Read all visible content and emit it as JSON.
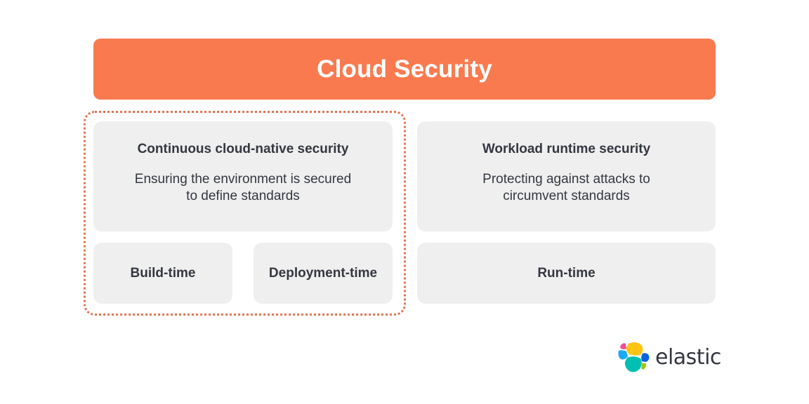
{
  "banner": {
    "title": "Cloud Security",
    "color": "#F97A4F"
  },
  "groups": {
    "continuous": {
      "title": "Continuous cloud-native security",
      "description": "Ensuring the environment is secured\nto define standards",
      "phases": [
        {
          "label": "Build-time"
        },
        {
          "label": "Deployment-time"
        }
      ]
    },
    "workload": {
      "title": "Workload runtime security",
      "description": "Protecting against attacks to\ncircumvent standards",
      "phases": [
        {
          "label": "Run-time"
        }
      ]
    }
  },
  "highlight": {
    "border_color": "#E0764F",
    "style": "dotted"
  },
  "logo": {
    "icon": "elastic-logo-icon",
    "text": "elastic",
    "colors": [
      "#FEC514",
      "#00BFB3",
      "#1BA9F5",
      "#0B64DD",
      "#F04E98",
      "#93C90E"
    ]
  }
}
